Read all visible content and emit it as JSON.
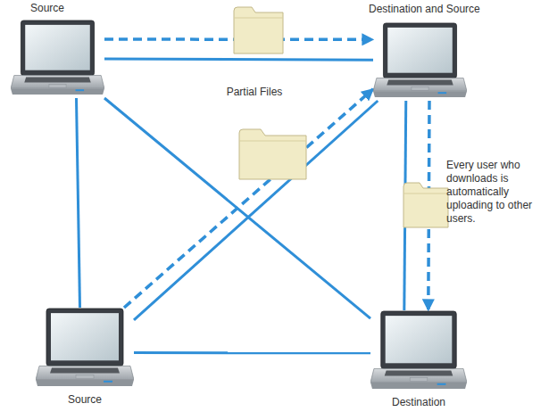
{
  "diagram": {
    "nodes": [
      {
        "text": [
          "Source"
        ]
      },
      {
        "text": [
          "Destination and Source"
        ]
      },
      {
        "text": [
          "Source"
        ]
      },
      {
        "text": [
          "Destination"
        ]
      }
    ],
    "edges": [
      {
        "from": 0,
        "to": 1,
        "arrow": "none"
      },
      {
        "from": 0,
        "to": 1,
        "arrow": "to"
      },
      {
        "from": 0,
        "to": 2,
        "arrow": "none"
      },
      {
        "from": 0,
        "to": 3,
        "arrow": "none"
      },
      {
        "from": 2,
        "to": 1,
        "arrow": "none"
      },
      {
        "from": 2,
        "to": 1,
        "arrow": "to"
      },
      {
        "from": 1,
        "to": 3,
        "arrow": "none"
      },
      {
        "from": 1,
        "to": 3,
        "arrow": "to"
      },
      {
        "from": 2,
        "to": 3,
        "arrow": "none"
      }
    ],
    "labels": [
      "Partial Files",
      "Every user who downloads is automatically uploading to other users."
    ]
  }
}
